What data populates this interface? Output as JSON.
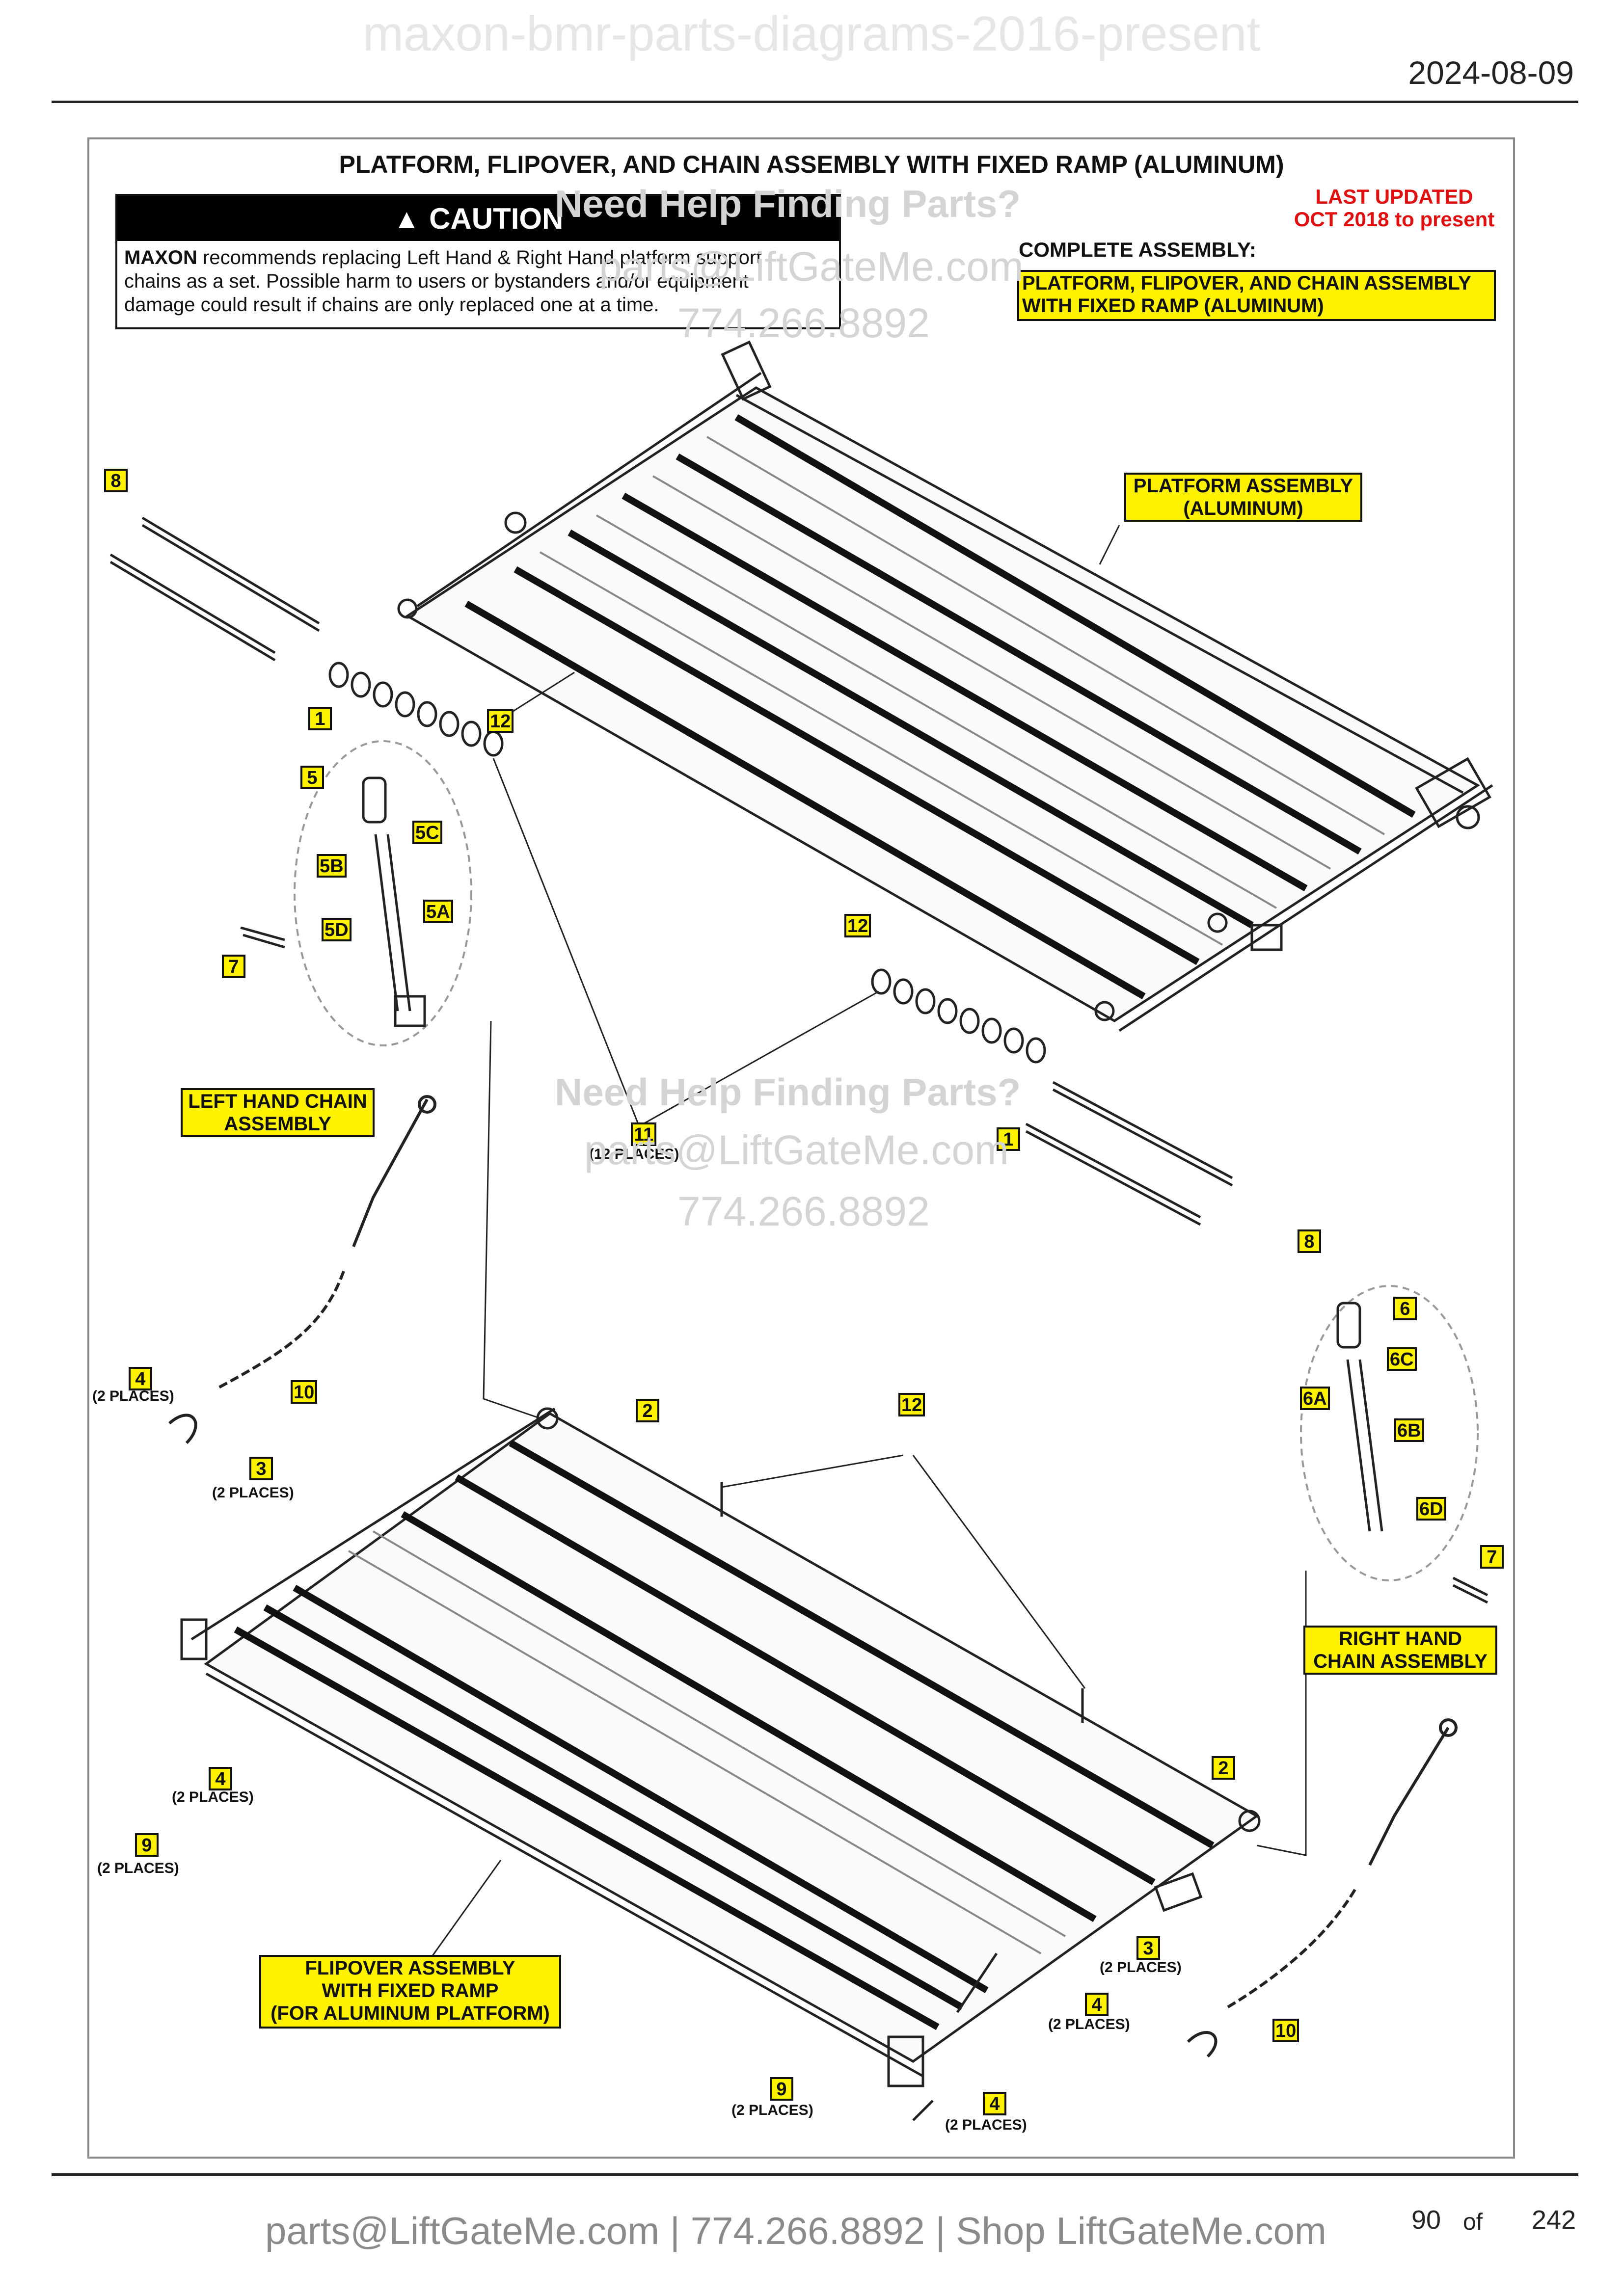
{
  "header": {
    "watermark": "maxon-bmr-parts-diagrams-2016-present",
    "date": "2024-08-09"
  },
  "diagram": {
    "title": "PLATFORM, FLIPOVER, AND CHAIN ASSEMBLY WITH FIXED RAMP (ALUMINUM)",
    "caution": {
      "heading": "CAUTION",
      "brand": "MAXON",
      "text_line1": " recommends replacing Left Hand & Right Hand platform support",
      "text_line2": "chains as a set. Possible harm to users or bystanders and/or equipment",
      "text_line3": "damage could result if chains are only replaced one at a time."
    },
    "last_updated_line1": "LAST UPDATED",
    "last_updated_line2": "OCT 2018 to present",
    "complete_assembly_label": "COMPLETE ASSEMBLY:",
    "complete_assembly_line1": "PLATFORM, FLIPOVER, AND CHAIN ASSEMBLY",
    "complete_assembly_line2": "WITH FIXED RAMP (ALUMINUM)",
    "assemblies": {
      "platform_line1": "PLATFORM ASSEMBLY",
      "platform_line2": "(ALUMINUM)",
      "left_chain_line1": "LEFT HAND CHAIN",
      "left_chain_line2": "ASSEMBLY",
      "right_chain_line1": "RIGHT HAND",
      "right_chain_line2": "CHAIN ASSEMBLY",
      "flipover_line1": "FLIPOVER ASSEMBLY",
      "flipover_line2": "WITH FIXED RAMP",
      "flipover_line3": "(FOR ALUMINUM PLATFORM)"
    },
    "callouts": {
      "c8a": "8",
      "c1a": "1",
      "c12a": "12",
      "c5": "5",
      "c5c": "5C",
      "c5b": "5B",
      "c5a": "5A",
      "c5d": "5D",
      "c7a": "7",
      "c12b": "12",
      "c1b": "1",
      "c11": "11",
      "c8b": "8",
      "c4a": "4",
      "c10a": "10",
      "c3a": "3",
      "c2a": "2",
      "c12c": "12",
      "c6": "6",
      "c6c": "6C",
      "c6a": "6A",
      "c6b": "6B",
      "c6d": "6D",
      "c7b": "7",
      "c4b": "4",
      "c9a": "9",
      "c2b": "2",
      "c3b": "3",
      "c4c": "4",
      "c10b": "10",
      "c9b": "9",
      "c4d": "4"
    },
    "places": {
      "twelve": "(12 PLACES)",
      "two": "(2 PLACES)"
    },
    "watermarks": {
      "line1": "Need Help Finding Parts?",
      "line2": "parts@LiftGateMe.com",
      "line3": "774.266.8892"
    }
  },
  "footer": {
    "contact": "parts@LiftGateMe.com | 774.266.8892 | Shop LiftGateMe.com",
    "page_current": "90",
    "page_of": "of",
    "page_total": "242"
  },
  "colors": {
    "callout_fill": "#fff200",
    "caution_red": "#e01010",
    "watermark": "#d4d4d4"
  }
}
